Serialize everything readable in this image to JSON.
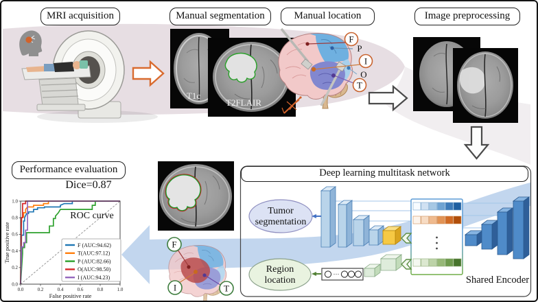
{
  "panels": {
    "mri_acquisition": {
      "title": "MRI acquisition"
    },
    "manual_segmentation": {
      "title": "Manual segmentation",
      "image1_label": "T1c",
      "image2_label": "T2FLAIR"
    },
    "manual_location": {
      "title": "Manual location",
      "region_f": "F",
      "region_p": "P",
      "region_i": "I",
      "region_o": "O",
      "region_t": "T"
    },
    "image_preprocessing": {
      "title": "Image preprocessing"
    },
    "performance_evaluation": {
      "title": "Performance evaluation",
      "dice": "Dice=0.87"
    },
    "network": {
      "title": "Deep learning multitask network",
      "task1_line1": "Tumor",
      "task1_line2": "segmentation",
      "task2_line1": "Region",
      "task2_line2": "location",
      "encoder_label": "Shared Encoder",
      "fc_units": "···"
    },
    "predicted_location": {
      "region_f": "F",
      "region_i": "I",
      "region_t": "T"
    }
  },
  "colors": {
    "flow_arrow_orange": "#d96b2f",
    "process_arrow_gray": "#4a4a4a",
    "back_arrow_blue": "#c2d6ee",
    "tumor_task_fill": "#dce2f4",
    "region_task_fill": "#e9f3e0",
    "segmentation_contour_green": "#18a030",
    "segmentation_contour_red": "#cc2020"
  },
  "chart_data": {
    "type": "line",
    "title": "ROC curve",
    "xlabel": "False positive rate",
    "ylabel": "True positive rate",
    "xlim": [
      0,
      1
    ],
    "ylim": [
      0,
      1
    ],
    "xticks": [
      0,
      0.2,
      0.4,
      0.6,
      0.8,
      1
    ],
    "yticks": [
      0,
      0.2,
      0.4,
      0.6,
      0.8,
      1
    ],
    "grid": false,
    "diagonal_reference": true,
    "legend_position": "lower right",
    "series": [
      {
        "name": "F (AUC:94.62)",
        "auc": 94.62,
        "color": "#1f77b4",
        "points": [
          [
            0,
            0
          ],
          [
            0.01,
            0.59
          ],
          [
            0.03,
            0.59
          ],
          [
            0.03,
            0.76
          ],
          [
            0.04,
            0.76
          ],
          [
            0.04,
            0.8
          ],
          [
            0.06,
            0.85
          ],
          [
            0.08,
            0.85
          ],
          [
            0.08,
            0.87
          ],
          [
            0.13,
            0.87
          ],
          [
            0.13,
            0.9
          ],
          [
            0.17,
            0.9
          ],
          [
            0.17,
            0.92
          ],
          [
            0.24,
            0.92
          ],
          [
            0.24,
            0.93
          ],
          [
            0.4,
            0.93
          ],
          [
            0.4,
            0.95
          ],
          [
            0.44,
            0.97
          ],
          [
            0.52,
            0.97
          ],
          [
            0.52,
            1.0
          ],
          [
            1,
            1
          ]
        ]
      },
      {
        "name": "T(AUC:97.12)",
        "auc": 97.12,
        "color": "#ff7f0e",
        "points": [
          [
            0,
            0
          ],
          [
            0.005,
            0.75
          ],
          [
            0.01,
            0.75
          ],
          [
            0.01,
            0.8
          ],
          [
            0.03,
            0.81
          ],
          [
            0.03,
            0.86
          ],
          [
            0.05,
            0.86
          ],
          [
            0.05,
            0.9
          ],
          [
            0.07,
            0.93
          ],
          [
            0.13,
            0.93
          ],
          [
            0.13,
            0.95
          ],
          [
            0.23,
            0.95
          ],
          [
            0.23,
            0.97
          ],
          [
            0.28,
            0.97
          ],
          [
            0.28,
            1.0
          ],
          [
            1,
            1
          ]
        ]
      },
      {
        "name": "P (AUC:82.66)",
        "auc": 82.66,
        "color": "#2ca02c",
        "points": [
          [
            0,
            0
          ],
          [
            0.02,
            0.37
          ],
          [
            0.02,
            0.44
          ],
          [
            0.04,
            0.44
          ],
          [
            0.04,
            0.5
          ],
          [
            0.06,
            0.5
          ],
          [
            0.06,
            0.62
          ],
          [
            0.29,
            0.62
          ],
          [
            0.29,
            0.7
          ],
          [
            0.33,
            0.7
          ],
          [
            0.33,
            0.79
          ],
          [
            0.35,
            0.79
          ],
          [
            0.35,
            0.82
          ],
          [
            0.38,
            0.86
          ],
          [
            0.4,
            0.9
          ],
          [
            0.72,
            0.9
          ],
          [
            0.72,
            0.95
          ],
          [
            0.75,
            0.95
          ],
          [
            0.75,
            1.0
          ],
          [
            1,
            1
          ]
        ]
      },
      {
        "name": "O(AUC:98.50)",
        "auc": 98.5,
        "color": "#d62728",
        "points": [
          [
            0,
            0
          ],
          [
            0.008,
            0.74
          ],
          [
            0.008,
            0.8
          ],
          [
            0.02,
            0.8
          ],
          [
            0.02,
            0.97
          ],
          [
            0.05,
            0.97
          ],
          [
            0.05,
            1.0
          ],
          [
            1,
            1
          ]
        ]
      },
      {
        "name": "I (AUC:94.23)",
        "auc": 94.23,
        "color": "#9467bd",
        "points": [
          [
            0,
            0
          ],
          [
            0.01,
            0.36
          ],
          [
            0.01,
            0.45
          ],
          [
            0.03,
            0.45
          ],
          [
            0.03,
            0.5
          ],
          [
            0.05,
            0.5
          ],
          [
            0.05,
            0.65
          ],
          [
            0.07,
            0.65
          ],
          [
            0.07,
            1.0
          ],
          [
            1,
            1
          ]
        ]
      }
    ]
  }
}
